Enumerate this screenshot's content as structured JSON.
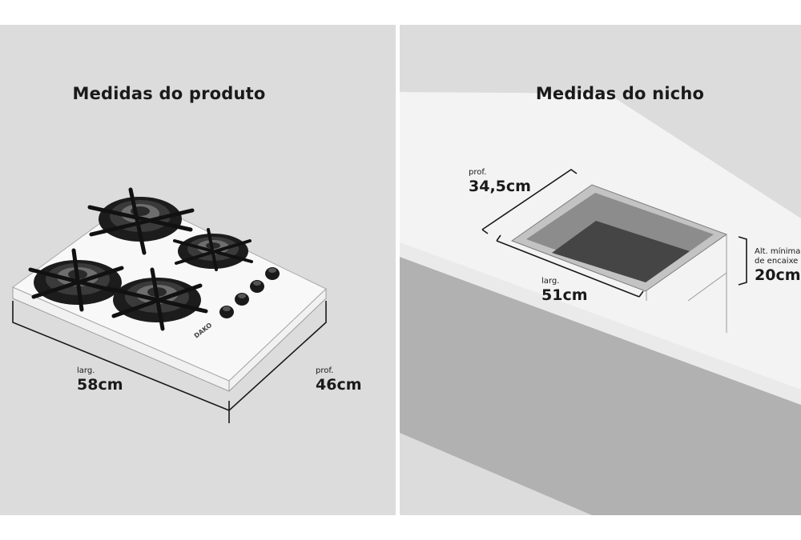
{
  "product": {
    "title": "Medidas do produto",
    "width": {
      "label": "larg.",
      "value": "58cm"
    },
    "depth": {
      "label": "prof.",
      "value": "46cm"
    },
    "brand": "DAKO"
  },
  "niche": {
    "title": "Medidas do nicho",
    "depth": {
      "label": "prof.",
      "value": "34,5cm"
    },
    "width": {
      "label": "larg.",
      "value": "51cm"
    },
    "height": {
      "label": "Alt. mínima\nde encaixe",
      "value": "20cm"
    }
  }
}
